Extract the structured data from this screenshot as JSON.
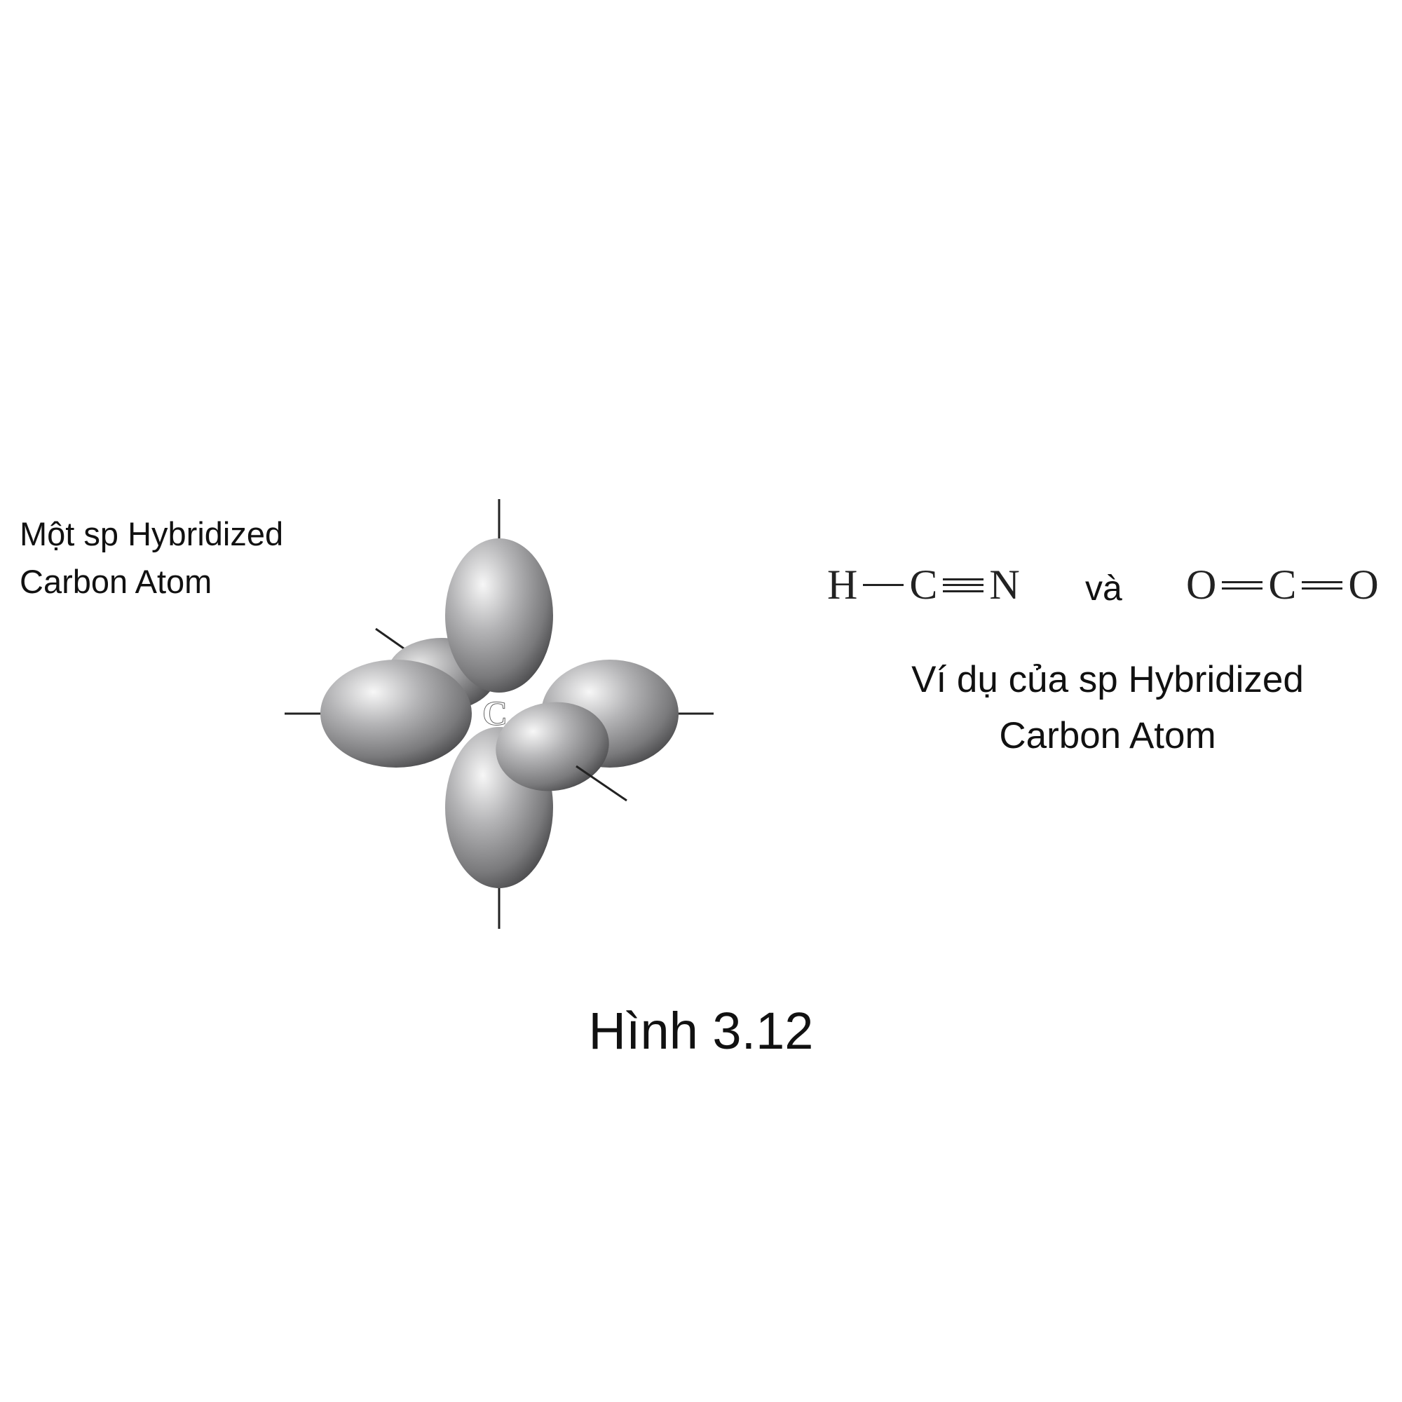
{
  "left_label": {
    "line1": "Một sp Hybridized",
    "line2": "Carbon Atom"
  },
  "orbital": {
    "center_atom": "C",
    "lobe_color": "#8c8c8c"
  },
  "examples": {
    "hcn": {
      "atom1": "H",
      "atom2": "C",
      "atom3": "N"
    },
    "conjunction": "và",
    "co2": {
      "atom1": "O",
      "atom2": "C",
      "atom3": "O"
    }
  },
  "right_caption": {
    "line1": "Ví dụ của sp Hybridized",
    "line2": "Carbon Atom"
  },
  "figure_caption": "Hình 3.12"
}
